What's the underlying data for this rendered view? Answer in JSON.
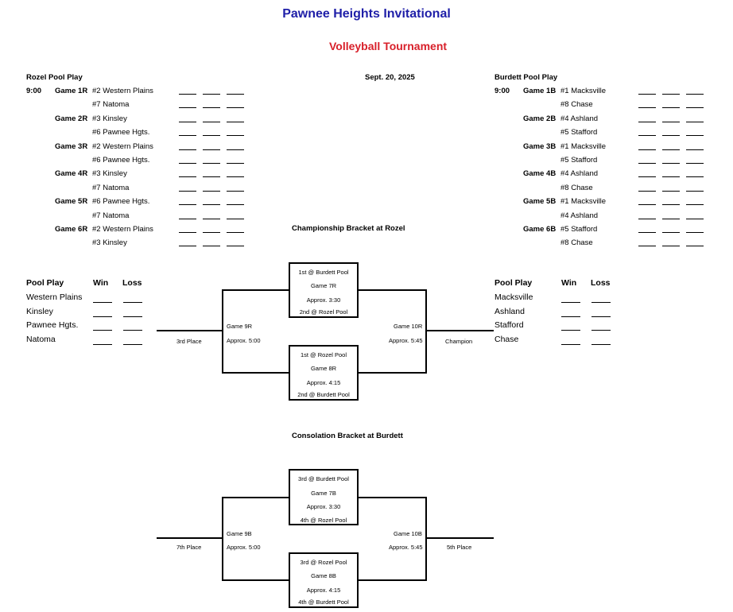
{
  "title": "Pawnee Heights Invitational",
  "subtitle": "Volleyball Tournament",
  "date": "Sept. 20, 2025",
  "rozel_pool": {
    "heading": "Rozel Pool Play",
    "time": "9:00",
    "games": [
      {
        "game": "Game 1R",
        "team1": "#2 Western Plains",
        "team2": "#7 Natoma"
      },
      {
        "game": "Game 2R",
        "team1": "#3 Kinsley",
        "team2": "#6 Pawnee Hgts."
      },
      {
        "game": "Game 3R",
        "team1": "#2 Western Plains",
        "team2": "#6 Pawnee Hgts."
      },
      {
        "game": "Game 4R",
        "team1": "#3 Kinsley",
        "team2": "#7 Natoma"
      },
      {
        "game": "Game 5R",
        "team1": "#6 Pawnee Hgts.",
        "team2": "#7 Natoma"
      },
      {
        "game": "Game 6R",
        "team1": "#2 Western Plains",
        "team2": "#3 Kinsley"
      }
    ]
  },
  "burdett_pool": {
    "heading": "Burdett Pool Play",
    "time": "9:00",
    "games": [
      {
        "game": "Game 1B",
        "team1": "#1 Macksville",
        "team2": "#8 Chase"
      },
      {
        "game": "Game 2B",
        "team1": "#4  Ashland",
        "team2": "#5 Stafford"
      },
      {
        "game": "Game 3B",
        "team1": "#1 Macksville",
        "team2": "#5 Stafford"
      },
      {
        "game": "Game 4B",
        "team1": "#4  Ashland",
        "team2": "#8 Chase"
      },
      {
        "game": "Game 5B",
        "team1": "#1 Macksville",
        "team2": "#4  Ashland"
      },
      {
        "game": "Game 6B",
        "team1": "#5 Stafford",
        "team2": "#8 Chase"
      }
    ]
  },
  "standings_left": {
    "heading": "Pool Play",
    "win": "Win",
    "loss": "Loss",
    "teams": [
      "Western Plains",
      "Kinsley",
      "Pawnee Hgts.",
      "Natoma"
    ]
  },
  "standings_right": {
    "heading": "Pool Play",
    "win": "Win",
    "loss": "Loss",
    "teams": [
      "Macksville",
      "Ashland",
      "Stafford",
      "Chase"
    ]
  },
  "championship": {
    "heading": "Championship Bracket at Rozel",
    "top_box": {
      "line1": "1st @ Burdett Pool",
      "line2": "Game 7R",
      "line3": "Approx. 3:30",
      "line4": "2nd @ Rozel Pool"
    },
    "bottom_box": {
      "line1": "1st @ Rozel Pool",
      "line2": "Game 8R",
      "line3": "Approx. 4:15",
      "line4": "2nd @ Burdett Pool"
    },
    "left_game": "Game 9R",
    "left_time": "Approx. 5:00",
    "left_result": "3rd Place",
    "right_game": "Game 10R",
    "right_time": "Approx. 5:45",
    "right_result": "Champion"
  },
  "consolation": {
    "heading": "Consolation Bracket at Burdett",
    "top_box": {
      "line1": "3rd @ Burdett Pool",
      "line2": "Game 7B",
      "line3": "Approx. 3:30",
      "line4": "4th @ Rozel Pool"
    },
    "bottom_box": {
      "line1": "3rd @ Rozel Pool",
      "line2": "Game 8B",
      "line3": "Approx. 4:15",
      "line4": "4th @ Burdett Pool"
    },
    "left_game": "Game 9B",
    "left_time": "Approx. 5:00",
    "left_result": "7th Place",
    "right_game": "Game 10B",
    "right_time": "Approx. 5:45",
    "right_result": "5th Place"
  }
}
